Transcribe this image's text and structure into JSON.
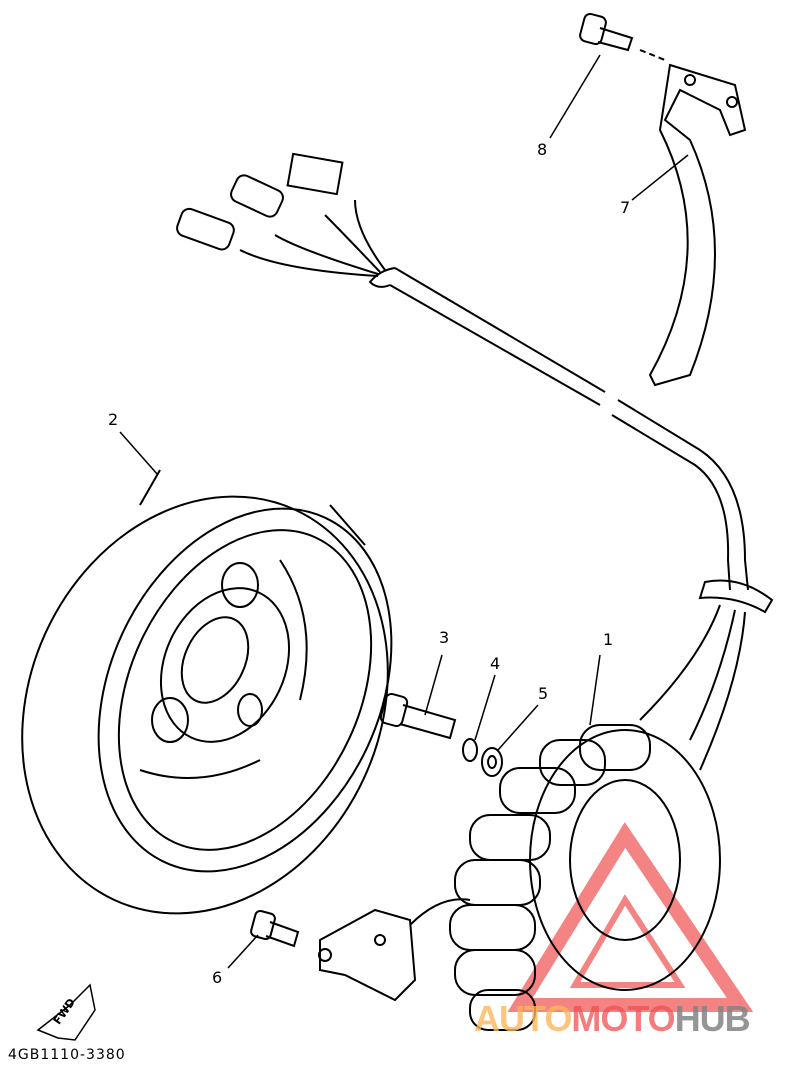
{
  "diagram": {
    "part_code": "4GB1110-3380",
    "fwd_label": "FWD",
    "callouts": [
      "1",
      "2",
      "3",
      "4",
      "5",
      "6",
      "7",
      "8"
    ]
  },
  "watermark": {
    "part1": "AUTO",
    "part2": "MOTO",
    "part3": "HUB",
    "colors": {
      "auto": "#fdb75a",
      "moto": "#f05050",
      "hub": "#828282"
    }
  }
}
